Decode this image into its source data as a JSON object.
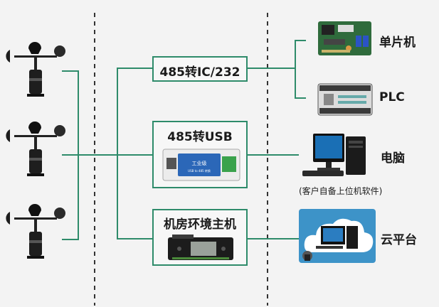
{
  "diagram": {
    "converters": {
      "rs485_ic232": "485转IC/232",
      "rs485_usb": "485转USB",
      "env_host": "机房环境主机"
    },
    "devices": {
      "mcu": "单片机",
      "plc": "PLC",
      "computer": "电脑",
      "client_software": "(客户自备上位机软件)",
      "cloud": "云平台"
    },
    "usb_device_labels": {
      "brand": "工业级",
      "model": "USB to 485 转换"
    },
    "colors": {
      "line": "#2e8b6a",
      "box_border": "#2e8b6a",
      "divider": "#333333"
    }
  }
}
